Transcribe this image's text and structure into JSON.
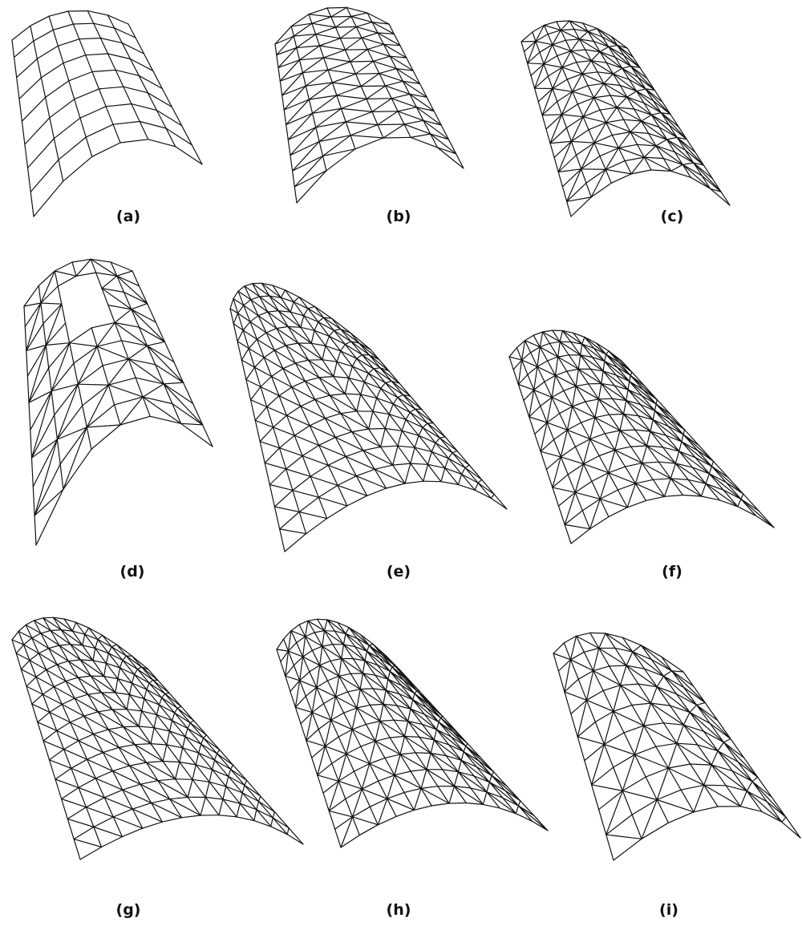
{
  "figure": {
    "line_color": "#111111",
    "background": "#ffffff",
    "panels": [
      {
        "id": "a",
        "label": "(a)",
        "mesh": "quad-grid shell",
        "rows": 8,
        "cols": 6,
        "diagonals": "none",
        "opening": false
      },
      {
        "id": "b",
        "label": "(b)",
        "mesh": "triangulated shell",
        "rows": 11,
        "cols": 6,
        "diagonals": "single",
        "opening": false
      },
      {
        "id": "c",
        "label": "(c)",
        "mesh": "triangulated shell",
        "rows": 13,
        "cols": 8,
        "diagonals": "alternating",
        "opening": false
      },
      {
        "id": "d",
        "label": "(d)",
        "mesh": "triangulated shell with rectangular opening",
        "rows": 9,
        "cols": 6,
        "diagonals": "alternating",
        "opening": true
      },
      {
        "id": "e",
        "label": "(e)",
        "mesh": "triangulated shell",
        "rows": 12,
        "cols": 12,
        "diagonals": "single",
        "opening": false
      },
      {
        "id": "f",
        "label": "(f)",
        "mesh": "triangulated shell",
        "rows": 11,
        "cols": 11,
        "diagonals": "alternating",
        "opening": false
      },
      {
        "id": "g",
        "label": "(g)",
        "mesh": "triangulated shell",
        "rows": 12,
        "cols": 12,
        "diagonals": "single",
        "opening": false
      },
      {
        "id": "h",
        "label": "(h)",
        "mesh": "triangulated shell",
        "rows": 12,
        "cols": 12,
        "diagonals": "alternating",
        "opening": false
      },
      {
        "id": "i",
        "label": "(i)",
        "mesh": "triangulated shell",
        "rows": 9,
        "cols": 8,
        "diagonals": "alternating",
        "opening": false
      }
    ]
  }
}
